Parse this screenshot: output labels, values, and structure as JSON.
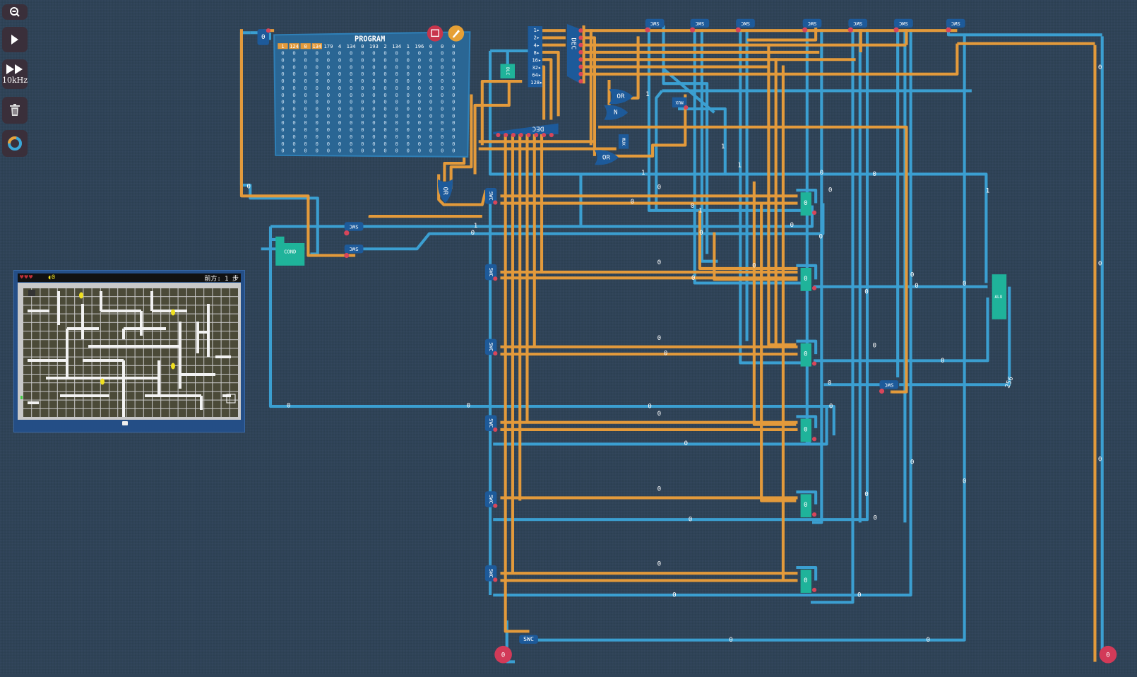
{
  "toolbar": {
    "zoom_out_icon": "magnifier-minus-icon",
    "play_icon": "play-icon",
    "fast_forward_icon": "fast-forward-icon",
    "speed_label": "10kHz",
    "trash_icon": "trash-icon",
    "ring_icon": "ring-icon"
  },
  "colors": {
    "background": "#2f4357",
    "wire_on": "#e39a3b",
    "wire_off": "#3b9fd1",
    "register": "#1fb39a",
    "component": "#1d5a9a",
    "pin_red": "#d8465a"
  },
  "program": {
    "title": "PROGRAM",
    "header_row": [
      "1",
      "124",
      "0",
      "134",
      "179",
      "4",
      "134",
      "0",
      "193",
      "2",
      "134",
      "1",
      "196",
      "0",
      "0",
      "0"
    ],
    "highlighted_count": 4,
    "cell_value": "0",
    "rows": 15,
    "save_icon": "save-icon",
    "edit_icon": "pencil-icon"
  },
  "components": {
    "input_switch_value": "0",
    "dec_label": "DEC",
    "dlc_label": "DLC",
    "or_label": "OR",
    "not_label": "N",
    "mux_label": "MUX",
    "cond_label": "COND",
    "alu_label": "ALU",
    "swc_label": "SWC",
    "bit_labels": [
      "1",
      "2",
      "4",
      "8",
      "16",
      "32",
      "64",
      "128"
    ],
    "register_values": [
      "0",
      "0",
      "0",
      "0",
      "0",
      "0"
    ],
    "output_node_left": "0",
    "output_node_right": "0"
  },
  "wire_labels": [
    "0",
    "1",
    "0",
    "0",
    "0",
    "0",
    "0",
    "0",
    "0",
    "0",
    "0",
    "0",
    "0",
    "0",
    "0",
    "0",
    "0",
    "0",
    "0",
    "0",
    "0",
    "0",
    "0",
    "0",
    "0",
    "0",
    "0",
    "0",
    "0",
    "0",
    "0",
    "0",
    "0",
    "0",
    "0",
    "0",
    "0",
    "0",
    "0",
    "0",
    "0",
    "0",
    "0",
    "1",
    "1",
    "0",
    "1",
    "1",
    "1",
    "1",
    "256"
  ],
  "game": {
    "lives": 3,
    "heart_icon": "heart-icon",
    "coin_icon": "coin-icon",
    "coin_count": "0",
    "status_text": "前方: 1 步",
    "chat_icon": "chat-bubble-icon"
  }
}
